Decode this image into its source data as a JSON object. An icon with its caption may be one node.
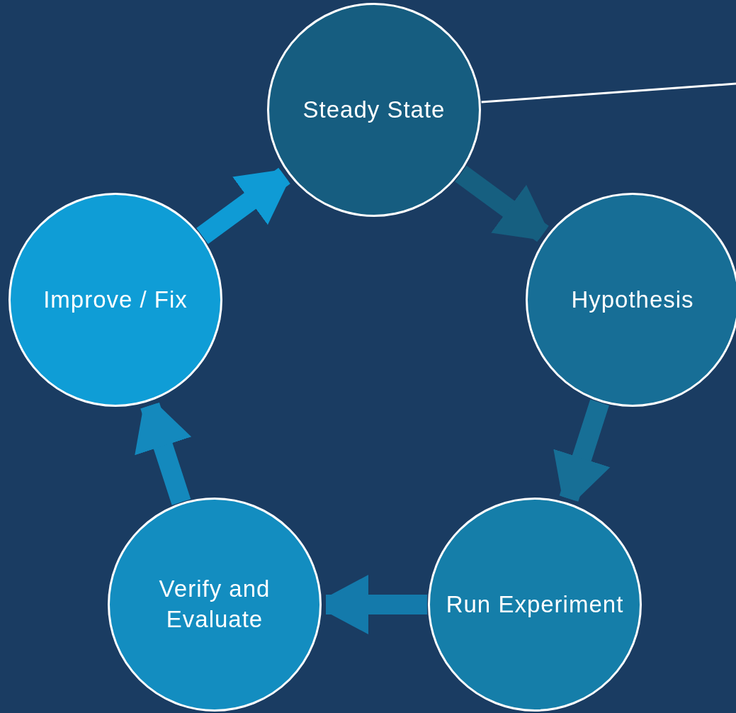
{
  "diagram": {
    "nodes": [
      {
        "text": [
          "Steady State"
        ]
      },
      {
        "text": [
          "Hypothesis"
        ]
      },
      {
        "text": [
          "Run Experiment"
        ]
      },
      {
        "text": [
          "Verify and Evaluate"
        ]
      },
      {
        "text": [
          "Improve / Fix"
        ]
      }
    ],
    "edges": [
      {
        "from": 0,
        "to": 1,
        "arrow": "to",
        "color": "#165f80"
      },
      {
        "from": 1,
        "to": 2,
        "arrow": "to",
        "color": "#176f96"
      },
      {
        "from": 2,
        "to": 3,
        "arrow": "to",
        "color": "#147aab"
      },
      {
        "from": 3,
        "to": 4,
        "arrow": "to",
        "color": "#1489bd"
      },
      {
        "from": 4,
        "to": 0,
        "arrow": "to",
        "color": "#0f9bd5"
      },
      {
        "from": 0,
        "to": null,
        "arrow": "none",
        "color": "#ffffff"
      }
    ]
  }
}
